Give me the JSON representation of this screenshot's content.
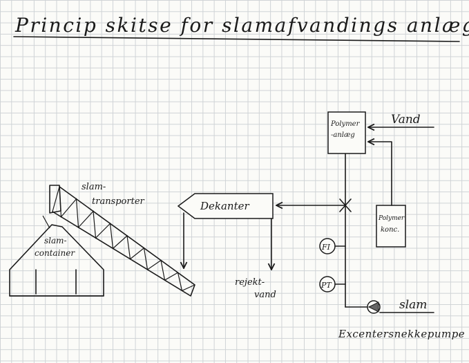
{
  "title": "Princip skitse for slamafvandings anlæg",
  "labels": {
    "slam_container_1": "slam-",
    "slam_container_2": "container",
    "slam_transporter_1": "slam-",
    "slam_transporter_2": "transporter",
    "dekanter": "Dekanter",
    "rejekt_1": "rejekt-",
    "rejekt_2": "vand",
    "polymer_anlaeg_1": "Polymer",
    "polymer_anlaeg_2": "-anlæg",
    "vand": "Vand",
    "polymer_konc_1": "Polymer",
    "polymer_konc_2": "konc.",
    "fi": "FI",
    "pt": "PT",
    "slam": "slam",
    "pump": "Excentersnekkepumpe"
  },
  "colors": {
    "ink": "#1a1a1a",
    "paper": "#fbfbf8",
    "grid": "#cfd3d6"
  }
}
